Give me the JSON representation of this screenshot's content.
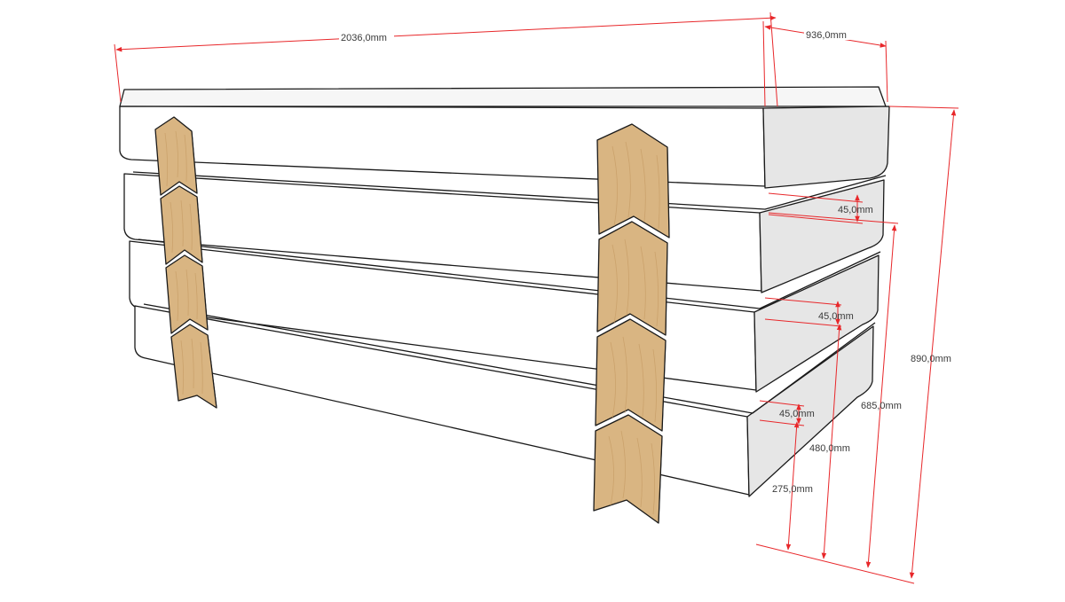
{
  "dimensions": {
    "length": "2036,0mm",
    "depth": "936,0mm",
    "total_height": "890,0mm",
    "height_3": "685,0mm",
    "height_2": "480,0mm",
    "height_1": "275,0mm",
    "gap_top": "45,0mm",
    "gap_middle": "45,0mm",
    "gap_bottom": "45,0mm"
  },
  "colors": {
    "dimension_line": "#e8272a",
    "wood": "#d9b582",
    "box_side": "#e6e6e6",
    "box_front": "#ffffff"
  }
}
